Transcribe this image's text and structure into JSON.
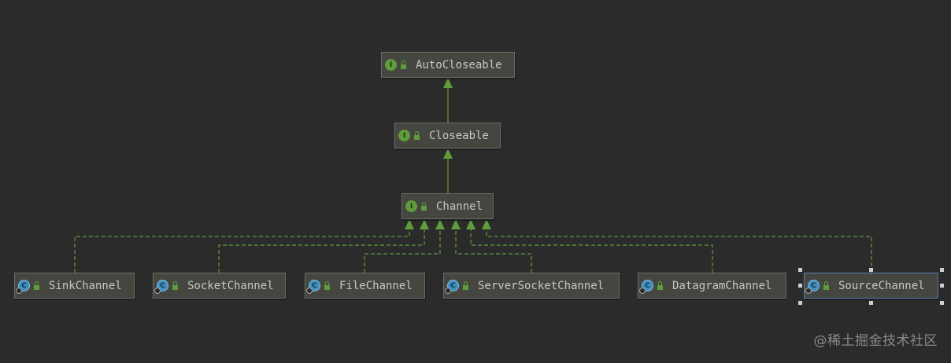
{
  "nodes": {
    "autocloseable": {
      "label": "AutoCloseable",
      "kind": "interface"
    },
    "closeable": {
      "label": "Closeable",
      "kind": "interface"
    },
    "channel": {
      "label": "Channel",
      "kind": "interface"
    },
    "sinkchannel": {
      "label": "SinkChannel",
      "kind": "abstract-class"
    },
    "socketchannel": {
      "label": "SocketChannel",
      "kind": "abstract-class"
    },
    "filechannel": {
      "label": "FileChannel",
      "kind": "abstract-class"
    },
    "serversocketchannel": {
      "label": "ServerSocketChannel",
      "kind": "abstract-class"
    },
    "datagramchannel": {
      "label": "DatagramChannel",
      "kind": "abstract-class"
    },
    "sourcechannel": {
      "label": "SourceChannel",
      "kind": "abstract-class",
      "selected": true
    }
  },
  "edges": [
    {
      "from": "closeable",
      "to": "autocloseable",
      "type": "extends"
    },
    {
      "from": "channel",
      "to": "closeable",
      "type": "extends"
    },
    {
      "from": "sinkchannel",
      "to": "channel",
      "type": "implements"
    },
    {
      "from": "socketchannel",
      "to": "channel",
      "type": "implements"
    },
    {
      "from": "filechannel",
      "to": "channel",
      "type": "implements"
    },
    {
      "from": "serversocketchannel",
      "to": "channel",
      "type": "implements"
    },
    {
      "from": "datagramchannel",
      "to": "channel",
      "type": "implements"
    },
    {
      "from": "sourcechannel",
      "to": "channel",
      "type": "implements"
    }
  ],
  "badges": {
    "interface": "I",
    "class": "C"
  },
  "icons": {
    "interface": "interface-icon",
    "class": "abstract-class-icon",
    "visibility": "public-lock-icon"
  },
  "colors": {
    "background": "#2b2b2b",
    "extends_edge": "#5e9c3c",
    "implements_edge": "#5e9c3c",
    "node_fill": "#45463f",
    "selection": "#5c7fae"
  },
  "watermark": "@稀土掘金技术社区"
}
